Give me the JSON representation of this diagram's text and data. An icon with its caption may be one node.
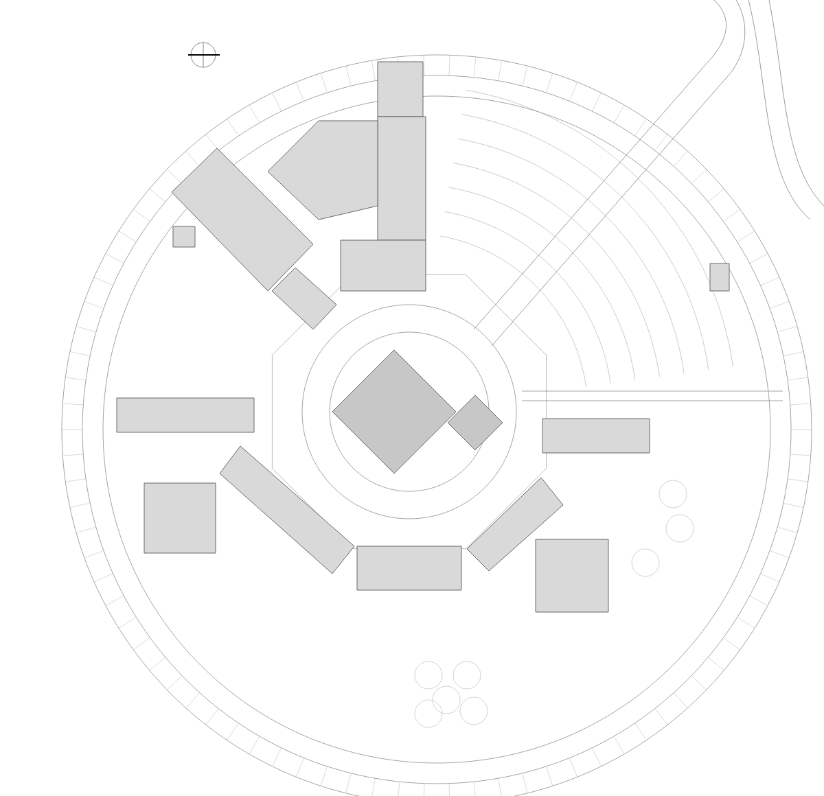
{
  "diagram": {
    "nodes": [
      {
        "text": [],
        "shape": "box"
      },
      {
        "text": [],
        "shape": "box"
      },
      {
        "text": [],
        "shape": "box"
      },
      {
        "text": [],
        "shape": "box"
      },
      {
        "text": [],
        "shape": "box"
      },
      {
        "text": [],
        "shape": "box"
      },
      {
        "text": [],
        "shape": "box"
      },
      {
        "text": [],
        "shape": "box"
      },
      {
        "text": [],
        "shape": "box"
      },
      {
        "text": [],
        "shape": "box"
      },
      {
        "text": [],
        "shape": "box"
      },
      {
        "text": [],
        "shape": "box"
      },
      {
        "text": [],
        "shape": "box"
      },
      {
        "text": [],
        "shape": "box"
      },
      {
        "text": [],
        "shape": "diamond"
      },
      {
        "text": [],
        "shape": "diamond"
      },
      {
        "text": [],
        "shape": "box"
      }
    ]
  }
}
